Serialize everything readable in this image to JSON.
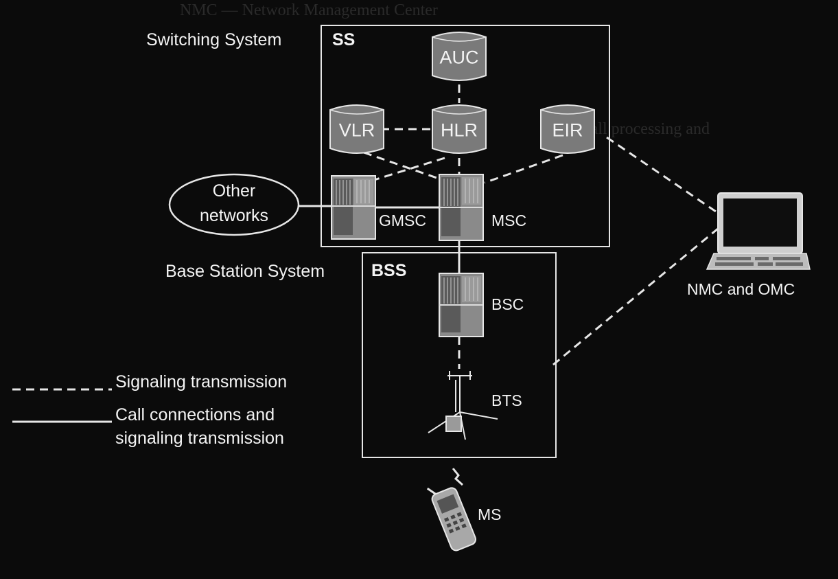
{
  "ss": {
    "title": "Switching System",
    "abbr": "SS",
    "auc": "AUC",
    "vlr": "VLR",
    "hlr": "HLR",
    "eir": "EIR",
    "gmsc": "GMSC",
    "msc": "MSC"
  },
  "other_networks": {
    "line1": "Other",
    "line2": "networks"
  },
  "bss": {
    "title": "Base Station System",
    "abbr": "BSS",
    "bsc": "BSC",
    "bts": "BTS"
  },
  "ms": "MS",
  "nmc": "NMC and OMC",
  "legend": {
    "signaling": "Signaling transmission",
    "call_line1": "Call connections and",
    "call_line2": "signaling transmission"
  },
  "colors": {
    "background": "#0b0b0b",
    "foreground": "#e6e6e6",
    "equipment": "#7a7a7a"
  }
}
